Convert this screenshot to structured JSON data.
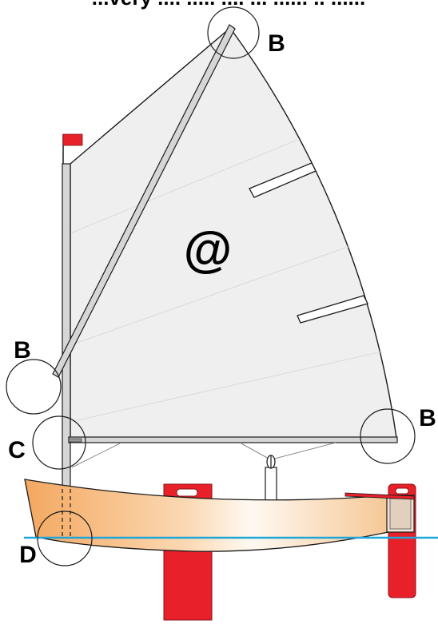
{
  "header_text": "...very .... ..... .... ... ...... .. ......",
  "sail_symbol": "@",
  "labels": {
    "top": "B",
    "left": "B",
    "right": "B",
    "gooseneck": "C",
    "mast_step": "D"
  },
  "colors": {
    "hull_dark": "#f2a960",
    "hull_light": "#fff6ec",
    "sail": "#efefef",
    "sail_edge": "#1a1a1a",
    "spar": "#d6d6d6",
    "flag": "#e8202a",
    "waterline": "#1fa6d8"
  }
}
